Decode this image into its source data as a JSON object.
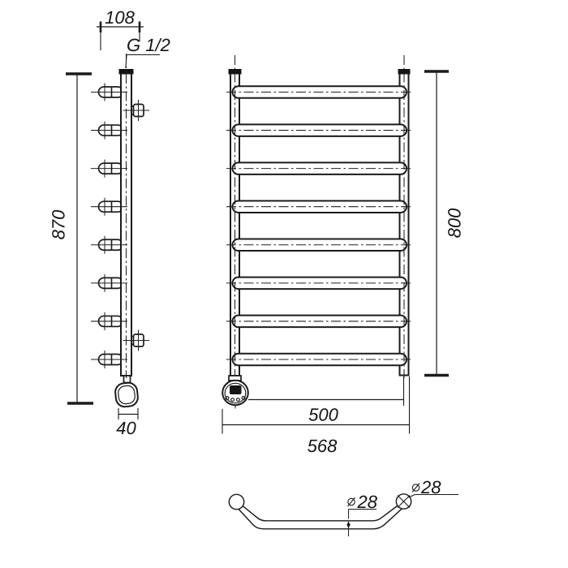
{
  "colors": {
    "line": "#1b1b1b",
    "background": "#ffffff"
  },
  "side_view": {
    "height_dim": "870",
    "top_width_dim": "108",
    "thread_label": "G 1/2",
    "element_width_dim": "40",
    "stub_count": 8,
    "fitting_count": 2
  },
  "front_view": {
    "rung_count": 8,
    "height_dim": "800",
    "center_width_dim": "500",
    "overall_width_dim": "568"
  },
  "detail_view": {
    "diameter_symbol": "⌀",
    "mid_diameter_label": "28",
    "end_diameter_label": "28"
  }
}
